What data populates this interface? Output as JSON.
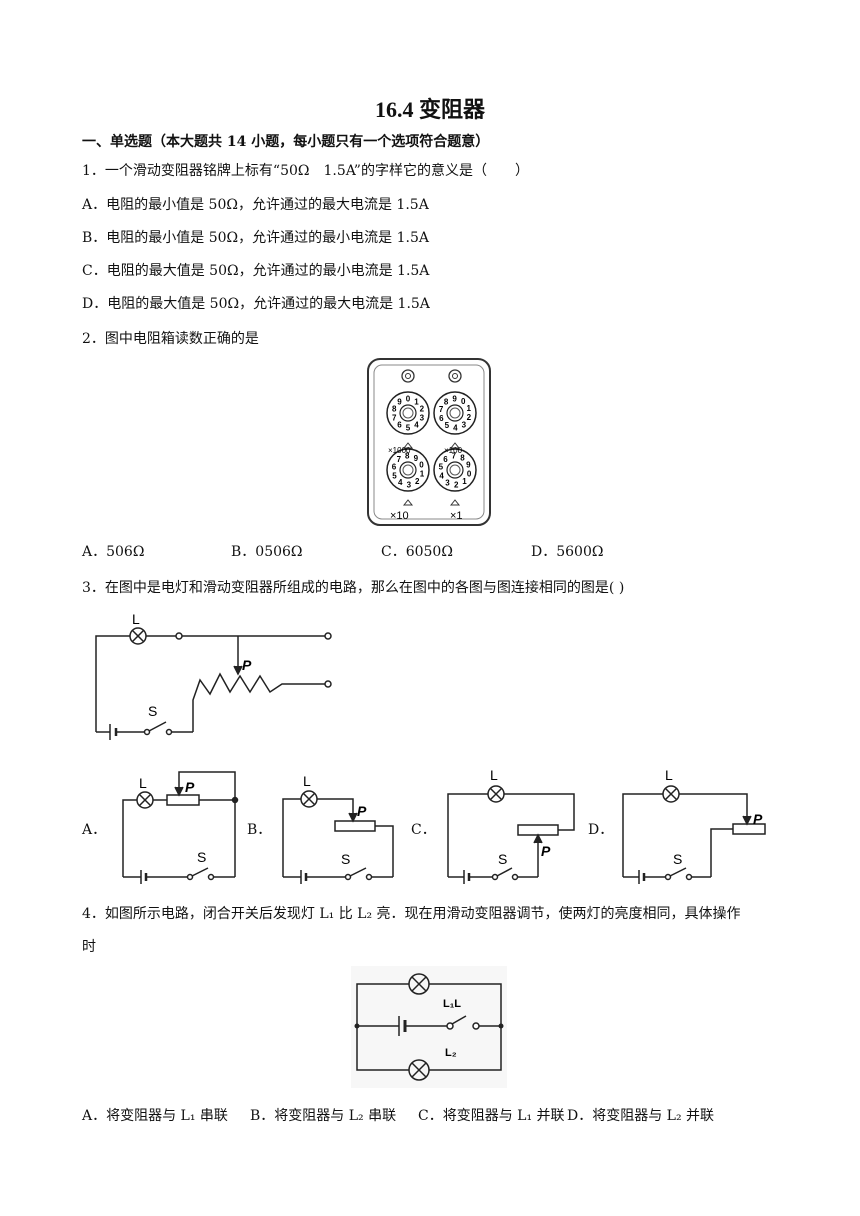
{
  "title": "16.4 变阻器",
  "section": "一、单选题（本大题共 14 小题，每小题只有一个选项符合题意）",
  "q1": {
    "stem": "1．一个滑动变阻器铭牌上标有“50Ω　1.5A”的字样它的意义是（　　）",
    "options": [
      "A．电阻的最小值是 50Ω，允许通过的最大电流是 1.5A",
      "B．电阻的最小值是 50Ω，允许通过的最小电流是 1.5A",
      "C．电阻的最大值是 50Ω，允许通过的最小电流是 1.5A",
      "D．电阻的最大值是 50Ω，允许通过的最大电流是 1.5A"
    ]
  },
  "q2": {
    "stem": "2．图中电阻箱读数正确的是",
    "figure": {
      "dial_labels": [
        "×1000",
        "×100",
        "×10",
        "×1"
      ],
      "dial_digits": [
        "0",
        "1",
        "2",
        "3",
        "4",
        "5",
        "6",
        "7",
        "8",
        "9"
      ]
    },
    "options": [
      "A．506Ω",
      "B．0506Ω",
      "C．6050Ω",
      "D．5600Ω"
    ]
  },
  "q3": {
    "stem": "3．在图中是电灯和滑动变阻器所组成的电路，那么在图中的各图与图连接相同的图是( )",
    "main_labels": {
      "lamp": "L",
      "slider": "P",
      "switch": "S"
    },
    "options": [
      "A．",
      "B．",
      "C．",
      "D．"
    ]
  },
  "q4": {
    "stem_line1": "4．如图所示电路，闭合开关后发现灯 L₁ 比 L₂ 亮．现在用滑动变阻器调节，使两灯的亮度相同，具体操作",
    "stem_line2": "时",
    "fig_labels": {
      "top": "L₁L",
      "bottom": "L₂"
    },
    "options": [
      "A．将变阻器与 L₁ 串联",
      "B．将变阻器与 L₂ 串联",
      "C．将变阻器与 L₁ 并联",
      "D．将变阻器与 L₂ 并联"
    ]
  }
}
